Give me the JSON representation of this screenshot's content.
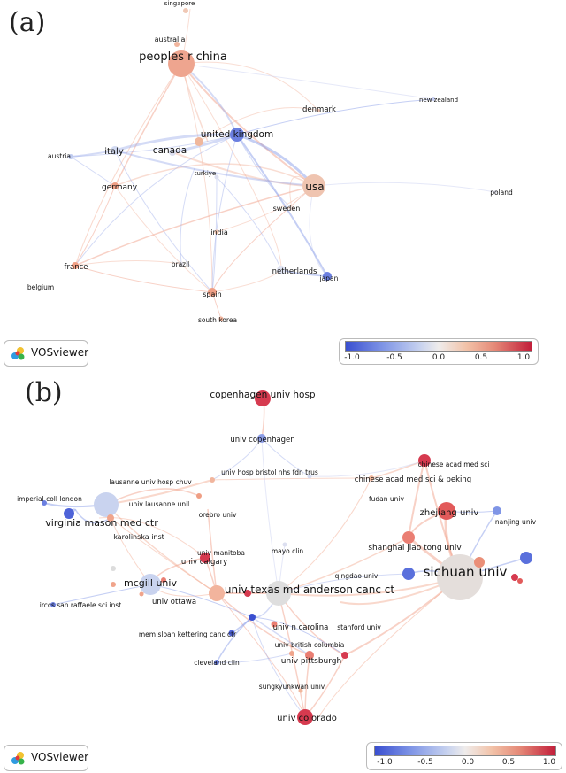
{
  "panel_a": {
    "label": "(a)",
    "nodes": [
      "singapore",
      "australia",
      "peoples r china",
      "new zealand",
      "denmark",
      "united kingdom",
      "italy",
      "canada",
      "austria",
      "usa",
      "turkiye",
      "germany",
      "poland",
      "sweden",
      "india",
      "brazil",
      "netherlands",
      "france",
      "japan",
      "belgium",
      "spain",
      "south korea"
    ]
  },
  "panel_b": {
    "label": "(b)",
    "nodes": [
      "copenhagen univ hosp",
      "univ copenhagen",
      "univ hosp bristol nhs fdn trus",
      "chinese acad med sci",
      "chinese acad med sci & peking",
      "lausanne univ hosp chuv",
      "fudan univ",
      "imperial coll london",
      "univ lausanne unil",
      "zhejiang univ",
      "virginia mason med ctr",
      "orebro univ",
      "nanjing univ",
      "karolinska inst",
      "mayo clin",
      "shanghai jiao tong univ",
      "univ manitoba",
      "univ calgary",
      "sichuan univ",
      "qingdao univ",
      "mcgill univ",
      "univ texas md anderson canc ct",
      "irccs san raffaele sci inst",
      "univ ottawa",
      "stanford univ",
      "mem sloan kettering canc ctr",
      "univ n carolina",
      "univ british columbia",
      "cleveland clin",
      "univ pittsburgh",
      "sungkyunkwan univ",
      "univ colorado"
    ]
  },
  "logo_text": "VOSviewer",
  "scale_ticks": [
    "-1.0",
    "-0.5",
    "0.0",
    "0.5",
    "1.0"
  ],
  "colors": {
    "low": "#3a4fd0",
    "mid": "#efeceb",
    "high": "#c21e3a"
  }
}
